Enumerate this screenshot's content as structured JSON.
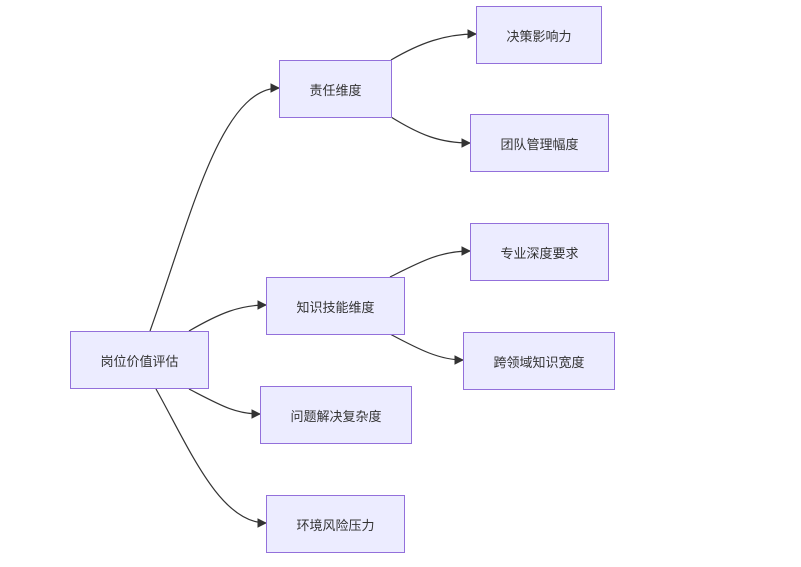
{
  "nodes": {
    "root": "岗位价值评估",
    "responsibility": "责任维度",
    "decision_impact": "决策影响力",
    "team_scope": "团队管理幅度",
    "knowledge_skill": "知识技能维度",
    "expertise_depth": "专业深度要求",
    "cross_domain": "跨领域知识宽度",
    "problem_complexity": "问题解决复杂度",
    "environment_risk": "环境风险压力"
  },
  "colors": {
    "node_fill": "#ececff",
    "node_border": "#9370db",
    "edge": "#333333",
    "text": "#333333"
  }
}
